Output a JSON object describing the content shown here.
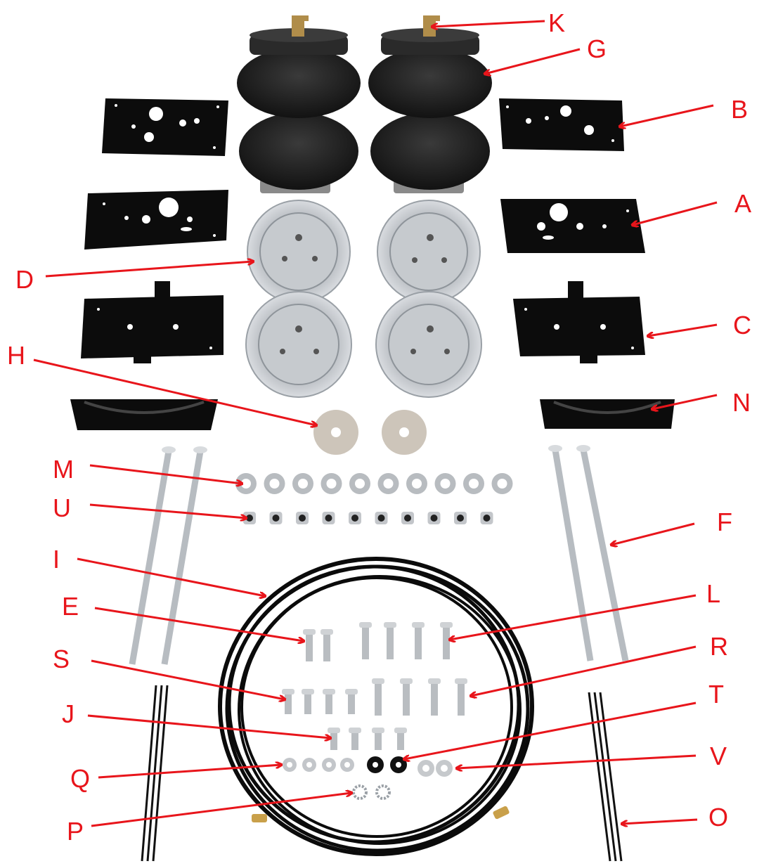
{
  "colors": {
    "arrow": "#e8151b",
    "label": "#e8151b",
    "plate": "#0c0c0c",
    "bag": "#1e1e1e",
    "metal": "#c9ccd0",
    "line": "#0b0b0b"
  },
  "labels": {
    "K": "K",
    "G": "G",
    "B": "B",
    "A": "A",
    "D": "D",
    "C": "C",
    "H": "H",
    "N": "N",
    "M": "M",
    "U": "U",
    "F": "F",
    "I": "I",
    "E": "E",
    "L": "L",
    "S": "S",
    "R": "R",
    "T": "T",
    "J": "J",
    "V": "V",
    "Q": "Q",
    "P": "P",
    "O": "O"
  }
}
